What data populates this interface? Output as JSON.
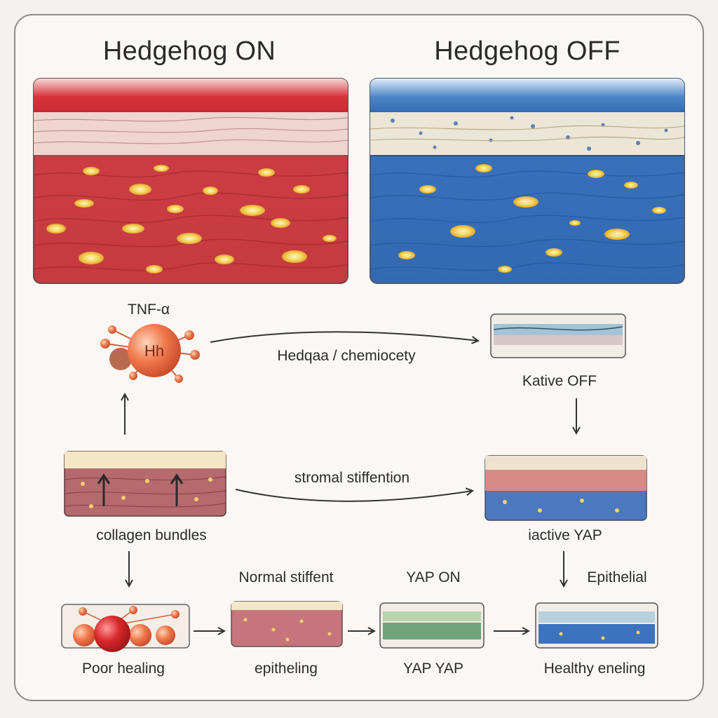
{
  "titles": {
    "on": "Hedgehog ON",
    "off": "Hedgehog OFF"
  },
  "labels": {
    "tnf": "TNF-α",
    "molecule_glyph": "Hh",
    "hedgehog_chem": "Hedqaa / chemiocety",
    "kative_off": "Kative OFF",
    "stromal": "stromal stiffention",
    "collagen": "collagen bundles",
    "inactive_yap": "iactive YAP",
    "normal_stiffent": "Normal stiffent",
    "yap_on": "YAP ON",
    "epithelial": "Epithelial",
    "poor_healing": "Poor healing",
    "epitheling": "epitheling",
    "yap_yap": "YAP YAP",
    "healthy": "Healthy eneling"
  },
  "colors": {
    "on_red": "#c8333b",
    "off_blue": "#3a6fb6",
    "nucleus": "#f4d45a",
    "molecule": "#e8623a",
    "arrow": "#333333"
  }
}
